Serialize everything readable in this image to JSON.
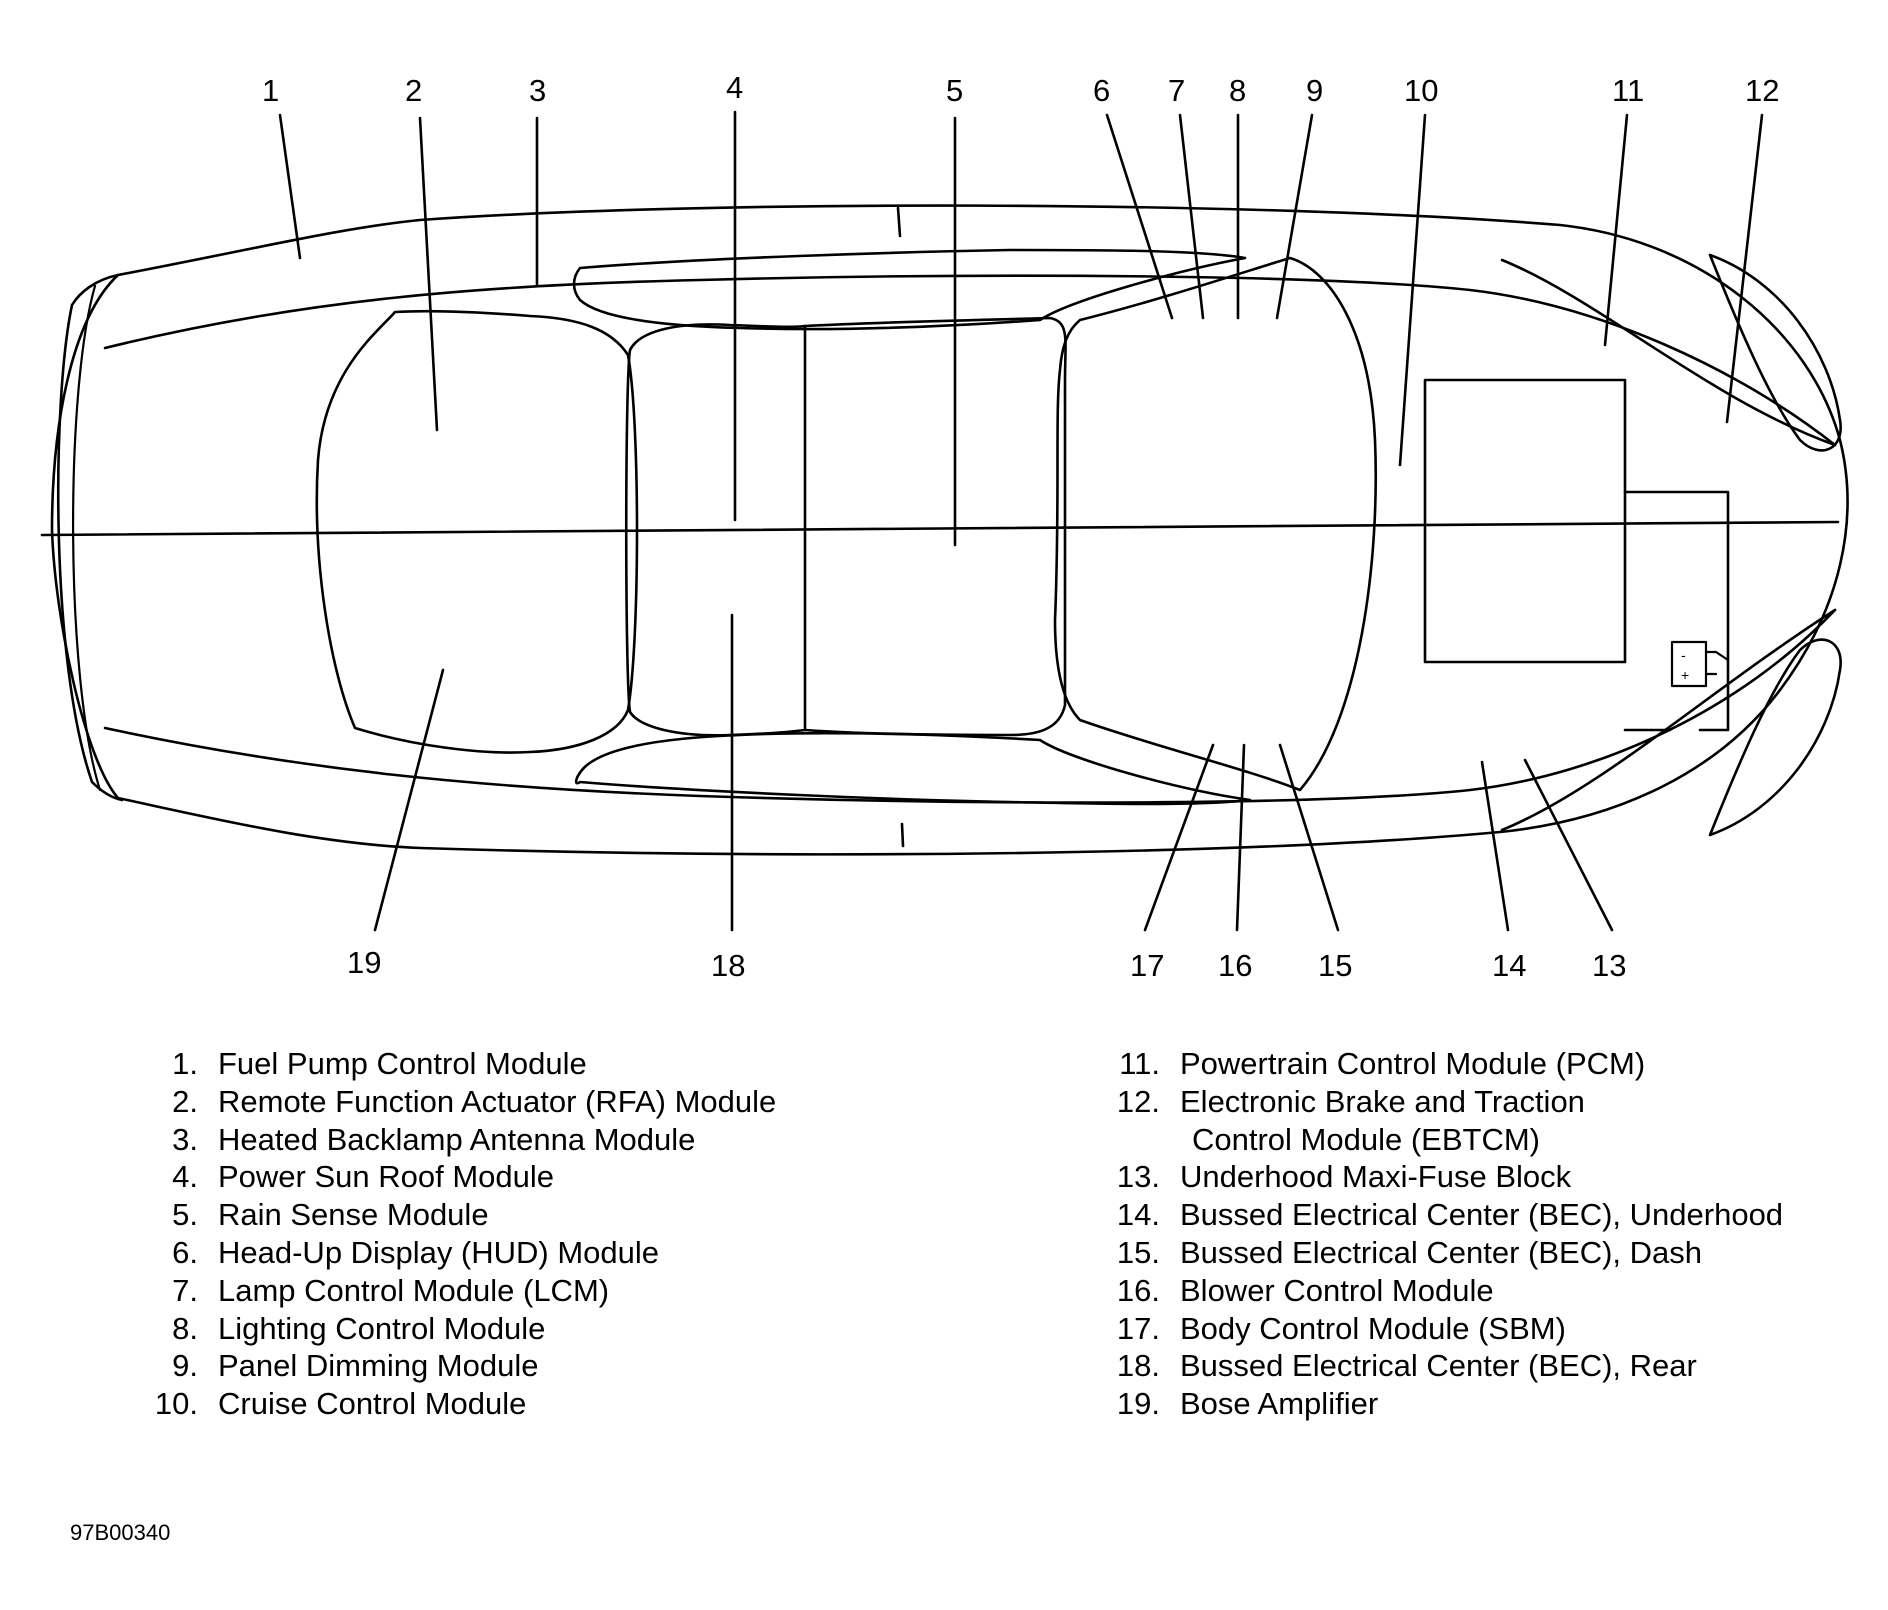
{
  "callouts": [
    "1",
    "2",
    "3",
    "4",
    "5",
    "6",
    "7",
    "8",
    "9",
    "10",
    "11",
    "12",
    "13",
    "14",
    "15",
    "16",
    "17",
    "18",
    "19"
  ],
  "legend": {
    "left": [
      {
        "num": "1.",
        "text": "Fuel Pump Control Module"
      },
      {
        "num": "2.",
        "text": "Remote Function Actuator (RFA) Module"
      },
      {
        "num": "3.",
        "text": "Heated Backlamp Antenna Module"
      },
      {
        "num": "4.",
        "text": "Power Sun Roof Module"
      },
      {
        "num": "5.",
        "text": "Rain Sense Module"
      },
      {
        "num": "6.",
        "text": "Head-Up Display (HUD) Module"
      },
      {
        "num": "7.",
        "text": "Lamp Control Module (LCM)"
      },
      {
        "num": "8.",
        "text": "Lighting Control Module"
      },
      {
        "num": "9.",
        "text": "Panel Dimming Module"
      },
      {
        "num": "10.",
        "text": "Cruise Control Module"
      }
    ],
    "right": [
      {
        "num": "11.",
        "text": "Powertrain Control Module (PCM)"
      },
      {
        "num": "12.",
        "text": "Electronic Brake and Traction",
        "cont": "Control Module (EBTCM)"
      },
      {
        "num": "13.",
        "text": "Underhood Maxi-Fuse Block"
      },
      {
        "num": "14.",
        "text": "Bussed Electrical Center (BEC), Underhood"
      },
      {
        "num": "15.",
        "text": "Bussed Electrical Center (BEC), Dash"
      },
      {
        "num": "16.",
        "text": "Blower Control Module"
      },
      {
        "num": "17.",
        "text": "Body Control Module (SBM)"
      },
      {
        "num": "18.",
        "text": "Bussed Electrical Center (BEC), Rear"
      },
      {
        "num": "19.",
        "text": "Bose Amplifier"
      }
    ]
  },
  "figure_id": "97B00340",
  "battery_symbols": {
    "minus": "-",
    "plus": "+"
  }
}
